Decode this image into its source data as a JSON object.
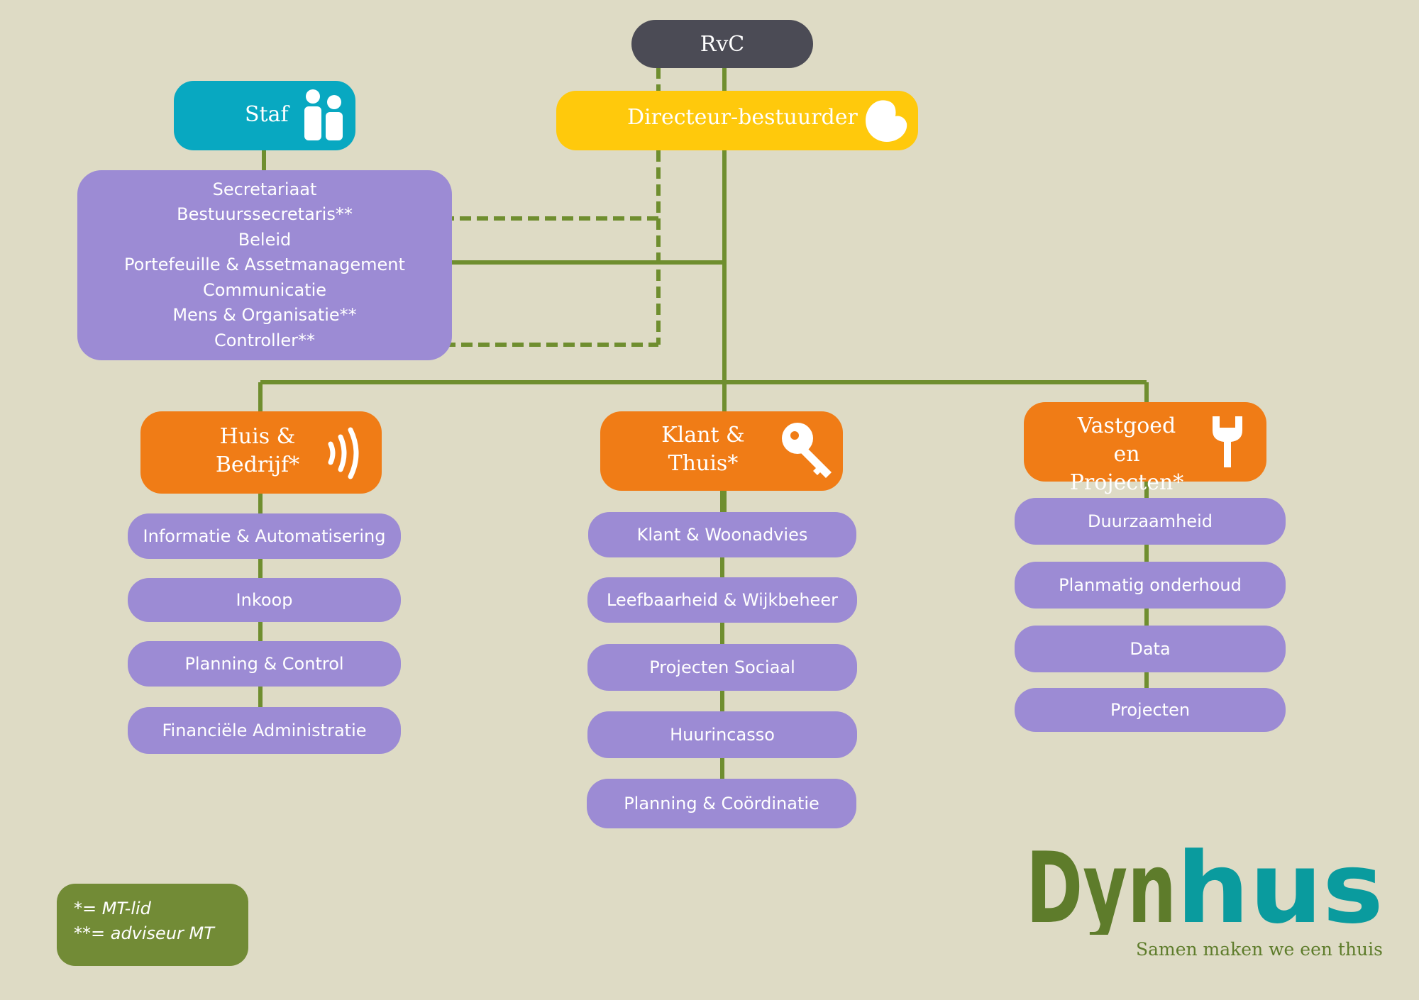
{
  "rvc": {
    "label": "RvC"
  },
  "director": {
    "label": "Directeur-bestuurder"
  },
  "staf": {
    "label": "Staf",
    "items": [
      "Secretariaat",
      "Bestuurssecretaris**",
      "Beleid",
      "Portefeuille & Assetmanagement",
      "Communicatie",
      "Mens & Organisatie**",
      "Controller**"
    ]
  },
  "departments": [
    {
      "title_lines": [
        "Huis &",
        "Bedrijf*"
      ],
      "icon": "sound-waves-icon",
      "units": [
        "Informatie & Automatisering",
        "Inkoop",
        "Planning & Control",
        "Financiële Administratie"
      ]
    },
    {
      "title_lines": [
        "Klant &",
        "Thuis*"
      ],
      "icon": "key-icon",
      "units": [
        "Klant & Woonadvies",
        "Leefbaarheid & Wijkbeheer",
        "Projecten Sociaal",
        "Huurincasso",
        "Planning & Coördinatie"
      ]
    },
    {
      "title_lines": [
        "Vastgoed en",
        "Projecten*"
      ],
      "icon": "wrench-icon",
      "units": [
        "Duurzaamheid",
        "Planmatig onderhoud",
        "Data",
        "Projecten"
      ]
    }
  ],
  "legend": {
    "line1": "*= MT-lid",
    "line2": "**= adviseur MT"
  },
  "brand": {
    "name": "Dynhus",
    "slogan": "Samen maken we een thuis"
  },
  "colors": {
    "background": "#dedbc5",
    "line": "#6f8e2f",
    "purple": "#9c8bd4",
    "orange": "#f07c16",
    "rvc": "#4b4b55",
    "director": "#ffc90c",
    "staf": "#08a8c1",
    "legend": "#728b36",
    "brand_green": "#5e7c2b",
    "brand_teal": "#0a9b9e"
  }
}
